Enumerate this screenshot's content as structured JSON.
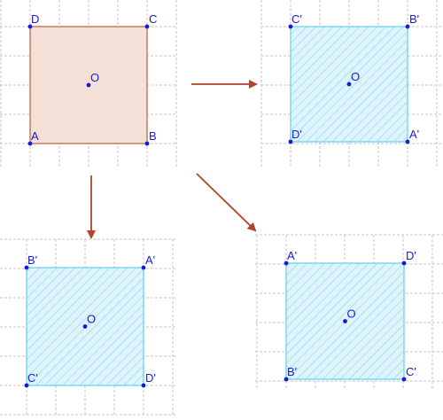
{
  "colors": {
    "grid": "#c4c4c4",
    "point": "#1a1ad6",
    "original_fill": "#f4e0d6",
    "original_stroke": "#c06a4a",
    "image_fill": "#dff3fb",
    "image_stroke": "#6ad2f0",
    "hatch": "#7fd8f2",
    "arrow": "#b5412a"
  },
  "figures": [
    {
      "id": "original",
      "kind": "original",
      "center": "O",
      "top_left": "D",
      "top_right": "C",
      "bottom_left": "A",
      "bottom_right": "B"
    },
    {
      "id": "image-right",
      "kind": "image",
      "center": "O",
      "top_left": "C'",
      "top_right": "B'",
      "bottom_left": "D'",
      "bottom_right": "A'"
    },
    {
      "id": "image-bottom-left",
      "kind": "image",
      "center": "O",
      "top_left": "B'",
      "top_right": "A'",
      "bottom_left": "C'",
      "bottom_right": "D'"
    },
    {
      "id": "image-bottom-right",
      "kind": "image",
      "center": "O",
      "top_left": "A'",
      "top_right": "D'",
      "bottom_left": "B'",
      "bottom_right": "C'"
    }
  ]
}
